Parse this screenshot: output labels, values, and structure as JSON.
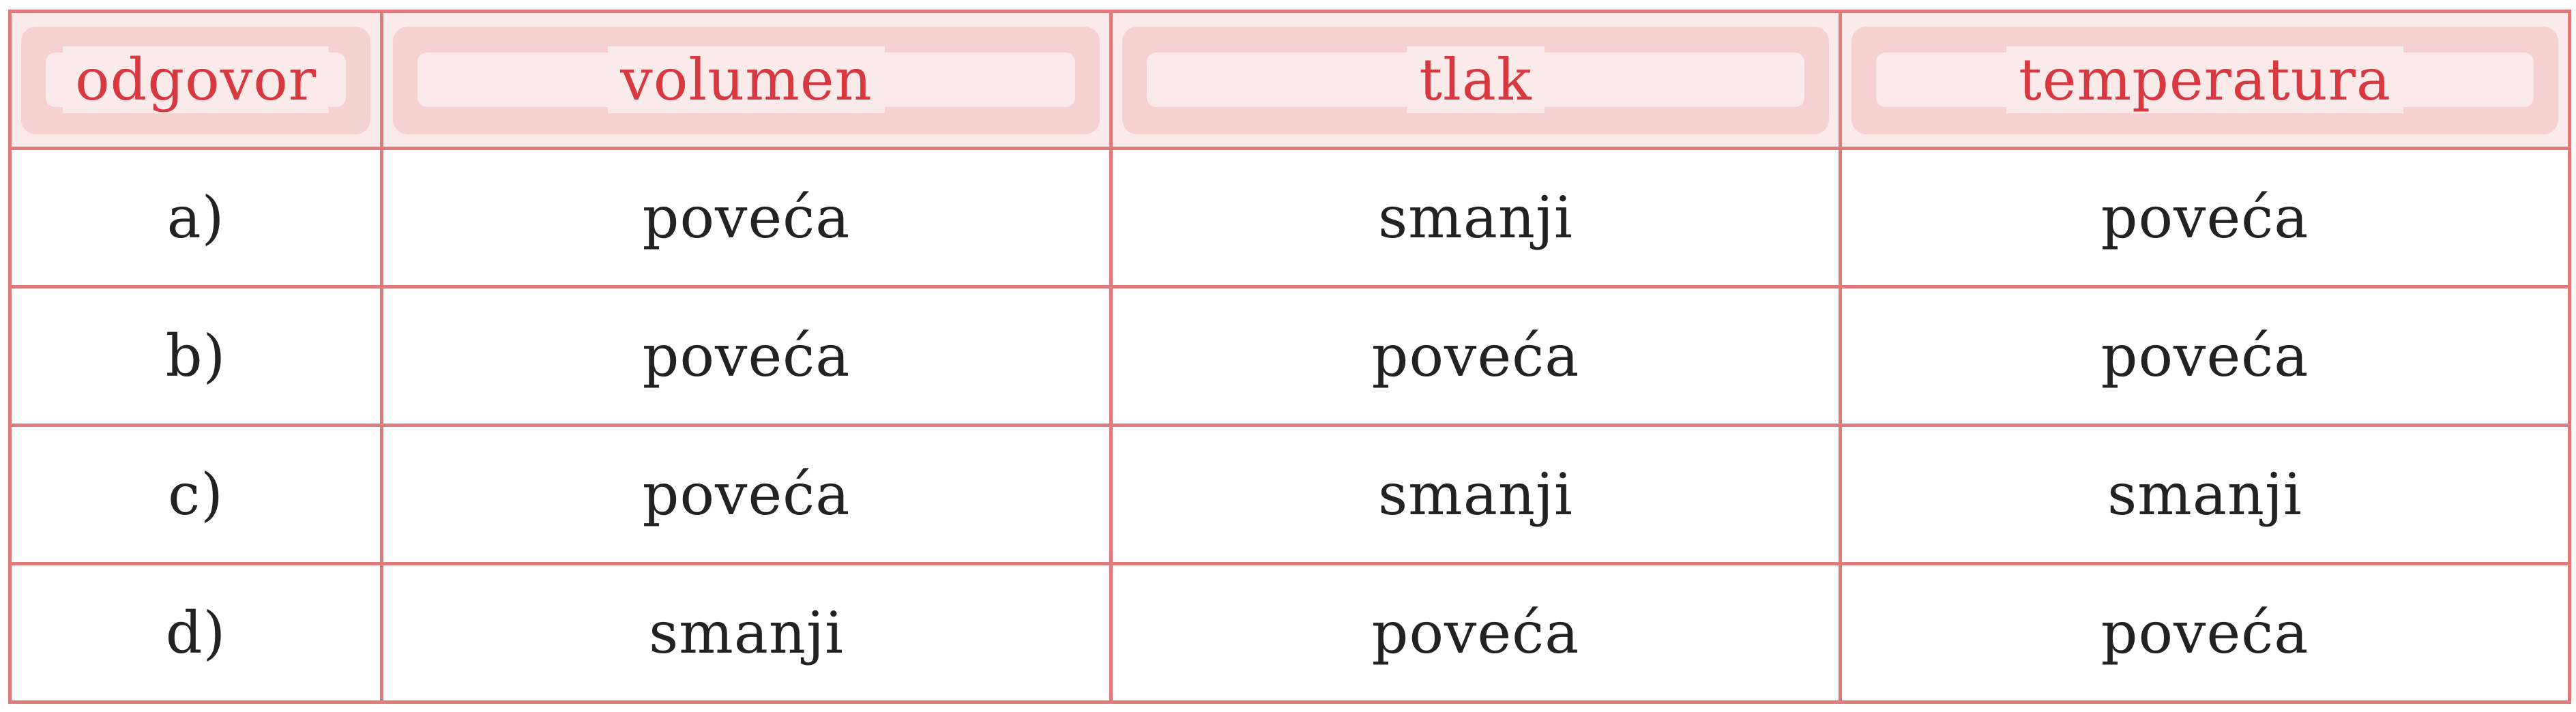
{
  "table": {
    "headers": [
      "odgovor",
      "volumen",
      "tlak",
      "temperatura"
    ],
    "rows": [
      [
        "a)",
        "poveća",
        "smanji",
        "poveća"
      ],
      [
        "b)",
        "poveća",
        "poveća",
        "poveća"
      ],
      [
        "c)",
        "poveća",
        "smanji",
        "smanji"
      ],
      [
        "d)",
        "smanji",
        "poveća",
        "poveća"
      ]
    ]
  },
  "colors": {
    "border": "#e07b7b",
    "header_text": "#d8383f",
    "header_background": "#fbeaea",
    "body_text": "#222222"
  }
}
